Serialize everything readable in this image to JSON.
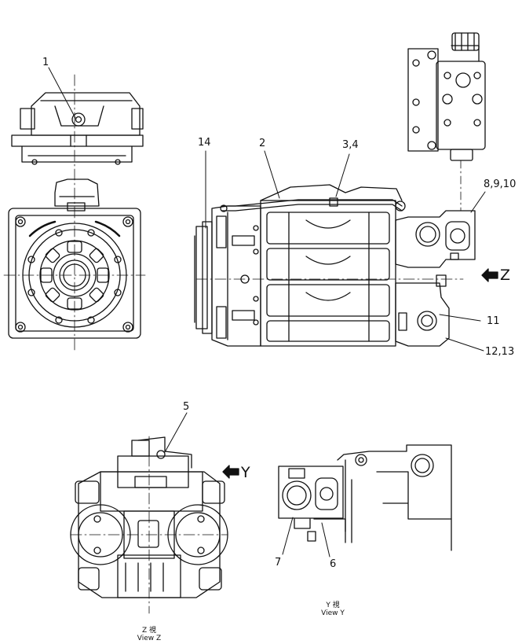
{
  "callouts": [
    "1",
    "2",
    "3,4",
    "5",
    "6",
    "7",
    "8,9,10",
    "11",
    "12,13",
    "14"
  ],
  "view_markers": {
    "z": "Z",
    "y": "Y"
  },
  "captions": {
    "view_z": {
      "jp": "Z 視",
      "en": "View Z"
    },
    "view_y": {
      "jp": "Y 視",
      "en": "View Y"
    }
  },
  "colors": {
    "line": "#111111",
    "background": "#ffffff"
  }
}
